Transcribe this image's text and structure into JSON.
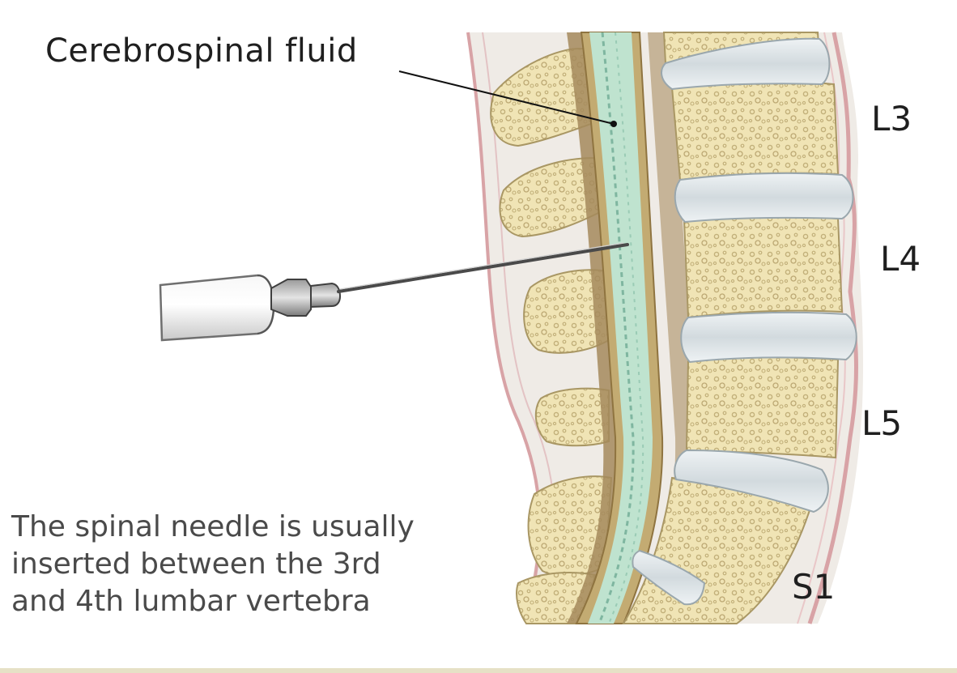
{
  "labels": {
    "fluid": "Cerebrospinal fluid",
    "vertebrae": [
      "L3",
      "L4",
      "L5",
      "S1"
    ]
  },
  "caption": {
    "lines": [
      "The spinal needle is usually",
      "inserted between the 3rd",
      "and 4th lumbar vertebra"
    ]
  },
  "colors": {
    "bone": "#f1e6b8",
    "bone_texture": "#c4b27c",
    "disc": "#dfe6ea",
    "csf": "#bfe3cf",
    "dura": "#b39f6e",
    "skin_line": "#d8a3a6",
    "tissue": "#eeeae4"
  }
}
